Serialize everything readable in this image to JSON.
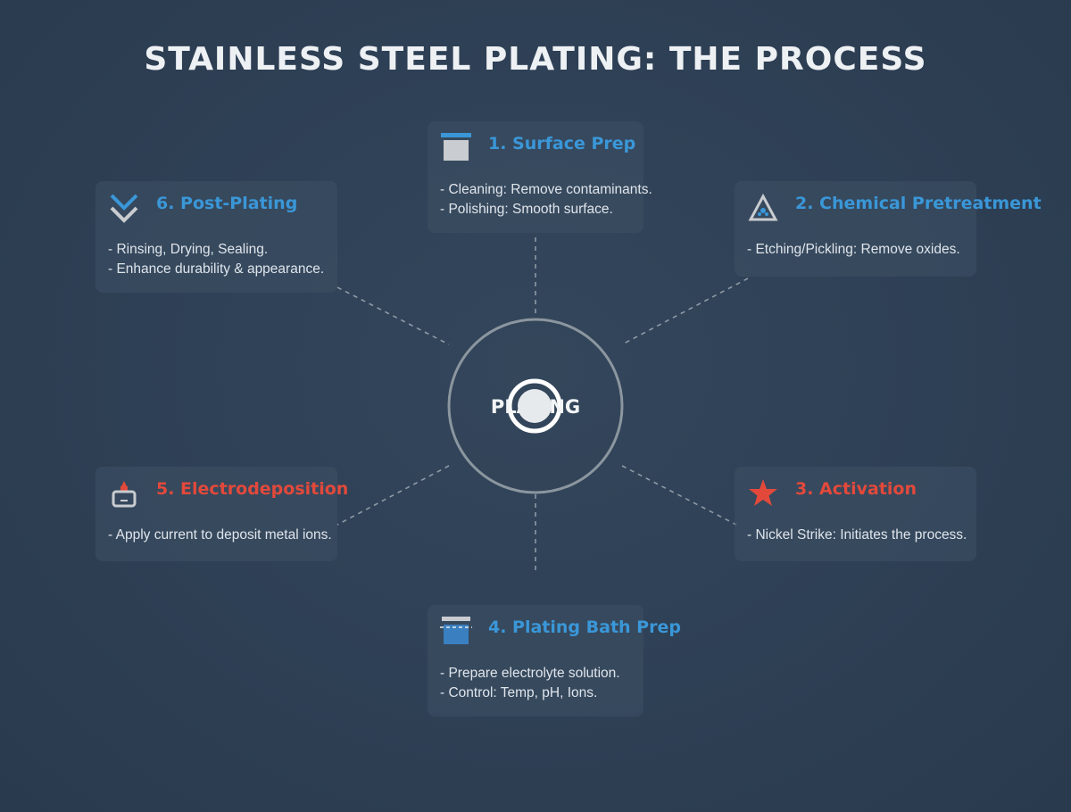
{
  "title": "STAINLESS STEEL PLATING: THE PROCESS",
  "center": {
    "label": "PLATING"
  },
  "steps": [
    {
      "heading": "1. Surface Prep",
      "lines": [
        "- Cleaning: Remove contaminants.",
        "- Polishing: Smooth surface."
      ],
      "color": "#3a97d8",
      "icon": "container-box-icon"
    },
    {
      "heading": "2. Chemical Pretreatment",
      "lines": [
        "- Etching/Pickling: Remove oxides."
      ],
      "color": "#3a97d8",
      "icon": "warning-triangle-icon"
    },
    {
      "heading": "3. Activation",
      "lines": [
        "- Nickel Strike: Initiates the process."
      ],
      "color": "#e2493b",
      "icon": "star-icon"
    },
    {
      "heading": "4. Plating Bath Prep",
      "lines": [
        "- Prepare electrolyte solution.",
        "- Control: Temp, pH, Ions."
      ],
      "color": "#3a97d8",
      "icon": "bath-tank-icon"
    },
    {
      "heading": "5. Electrodeposition",
      "lines": [
        "- Apply current to deposit metal ions."
      ],
      "color": "#e2493b",
      "icon": "battery-flame-icon"
    },
    {
      "heading": "6. Post-Plating",
      "lines": [
        "- Rinsing, Drying, Sealing.",
        "- Enhance durability & appearance."
      ],
      "color": "#3a97d8",
      "icon": "double-chevron-down-icon"
    }
  ]
}
